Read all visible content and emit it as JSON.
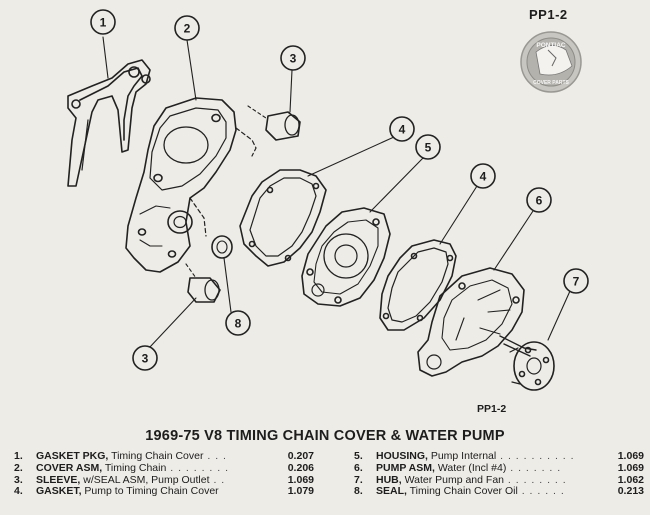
{
  "page_code_top": "PP1-2",
  "page_code_bottom": "PP1-2",
  "logo": {
    "text_top": "PONTIAC",
    "text_bottom": "COVER PARTS"
  },
  "callouts": [
    "1",
    "2",
    "3",
    "4",
    "5",
    "4",
    "6",
    "7",
    "8",
    "3"
  ],
  "title": "1969-75 V8 TIMING CHAIN COVER & WATER PUMP",
  "parts_left": [
    {
      "num": "1.",
      "name": "GASKET PKG,",
      "desc": " Timing Chain Cover",
      "dots": " . . .",
      "price": "0.207"
    },
    {
      "num": "2.",
      "name": "COVER ASM,",
      "desc": " Timing Chain",
      "dots": " . . . . . . . .",
      "price": "0.206"
    },
    {
      "num": "3.",
      "name": "SLEEVE,",
      "desc": " w/SEAL ASM, Pump Outlet",
      "dots": " . .",
      "price": "1.069"
    },
    {
      "num": "4.",
      "name": "GASKET,",
      "desc": " Pump to Timing Chain Cover",
      "dots": "",
      "price": "1.079"
    }
  ],
  "parts_right": [
    {
      "num": "5.",
      "name": "HOUSING,",
      "desc": " Pump Internal",
      "dots": " . . . . . . . . . .",
      "price": "1.069"
    },
    {
      "num": "6.",
      "name": "PUMP ASM,",
      "desc": " Water (Incl #4)",
      "dots": " . . . . . . .",
      "price": "1.069"
    },
    {
      "num": "7.",
      "name": "HUB,",
      "desc": " Water Pump and Fan",
      "dots": " . . . . . . . .",
      "price": "1.062"
    },
    {
      "num": "8.",
      "name": "SEAL,",
      "desc": " Timing Chain Cover Oil",
      "dots": " . . . . . .",
      "price": "0.213"
    }
  ]
}
